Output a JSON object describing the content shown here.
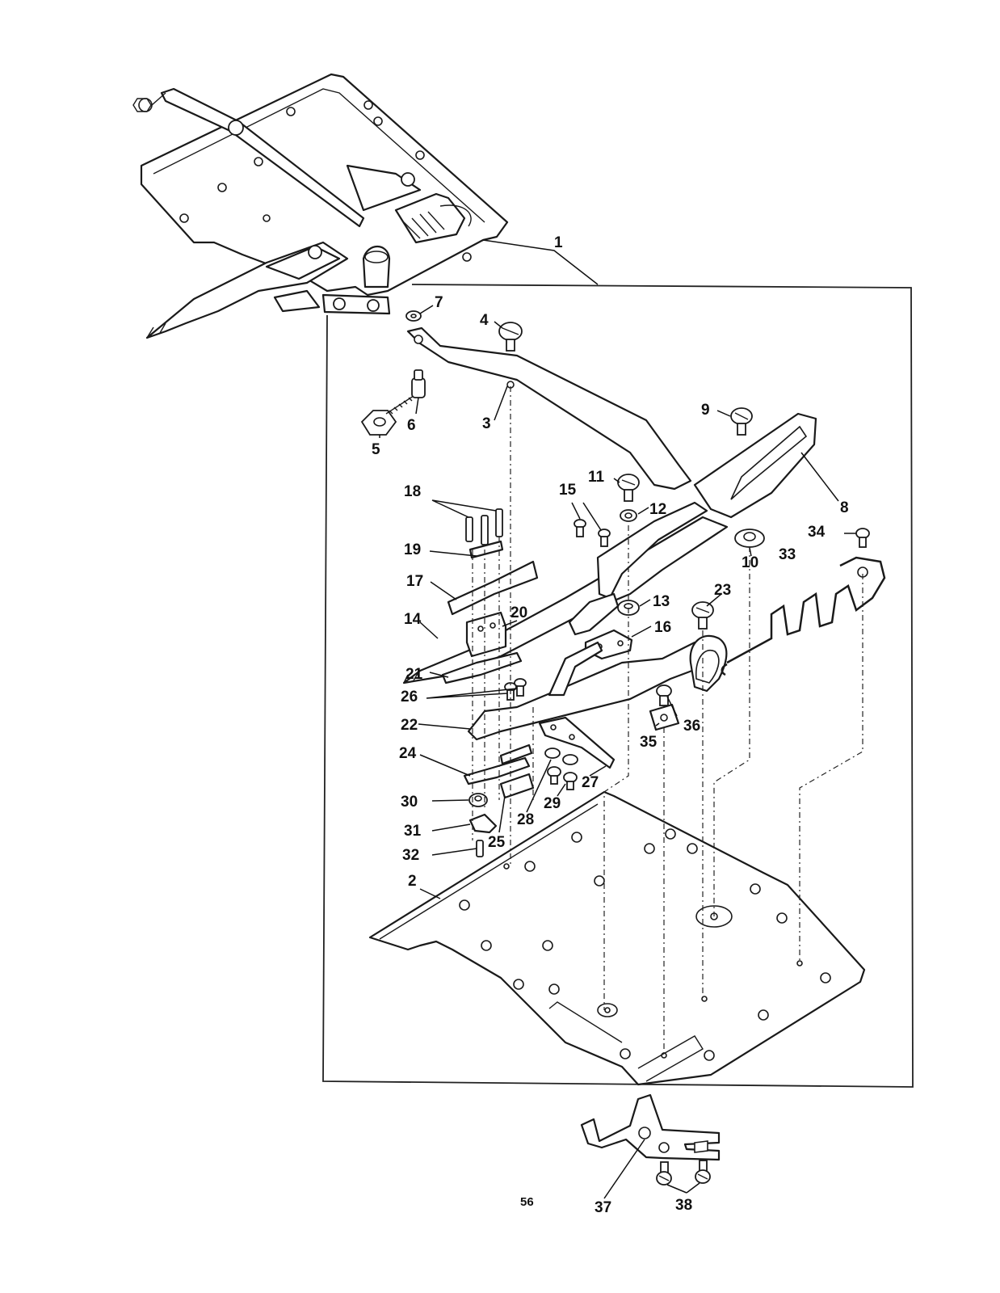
{
  "callouts": {
    "c1": "1",
    "c2": "2",
    "c3": "3",
    "c4": "4",
    "c5": "5",
    "c6": "6",
    "c7": "7",
    "c8": "8",
    "c9": "9",
    "c10": "10",
    "c11": "11",
    "c12": "12",
    "c13": "13",
    "c14": "14",
    "c15": "15",
    "c16": "16",
    "c17": "17",
    "c18": "18",
    "c19": "19",
    "c20": "20",
    "c21": "21",
    "c22": "22",
    "c23": "23",
    "c24": "24",
    "c25": "25",
    "c26": "26",
    "c27": "27",
    "c28": "28",
    "c29": "29",
    "c30": "30",
    "c31": "31",
    "c32": "32",
    "c33": "33",
    "c34": "34",
    "c35": "35",
    "c36": "36",
    "c37": "37",
    "c38": "38"
  },
  "page_number": "56"
}
